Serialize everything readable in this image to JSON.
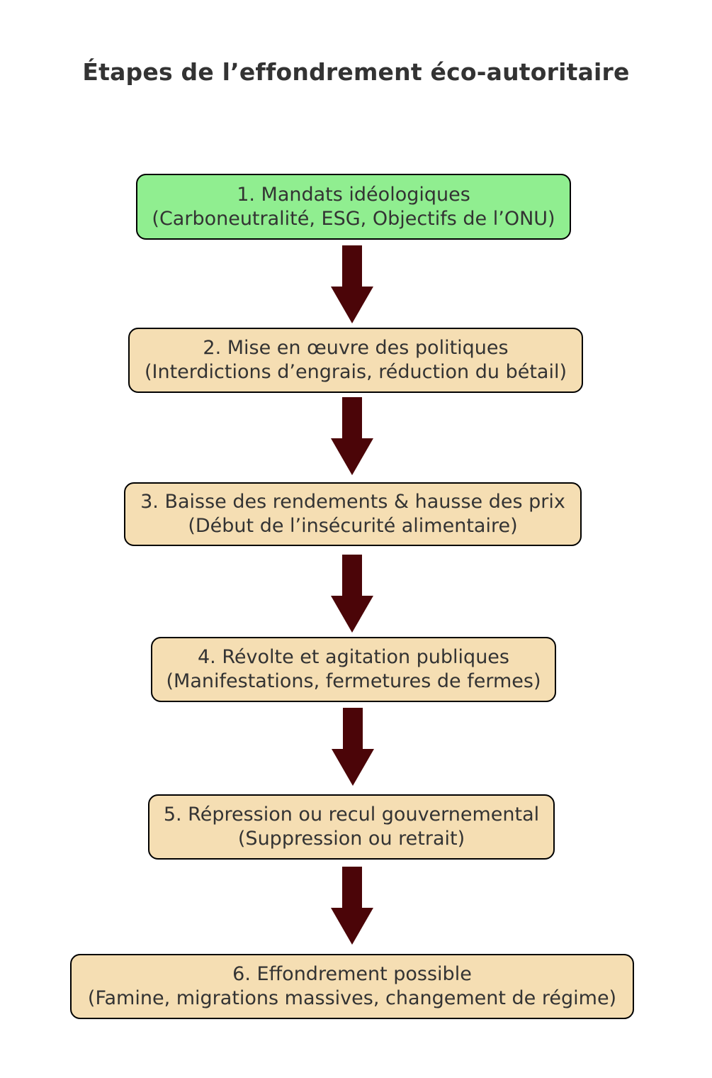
{
  "title": "Étapes de l’effondrement éco-autoritaire",
  "colors": {
    "first_step_fill": "#90ee90",
    "step_fill": "#f5deb3",
    "arrow": "#4b0508",
    "text": "#333333",
    "border": "#000000"
  },
  "steps": [
    {
      "label": "1. Mandats idéologiques",
      "detail": "(Carboneutralité, ESG, Objectifs de l’ONU)"
    },
    {
      "label": "2. Mise en œuvre des politiques",
      "detail": "(Interdictions d’engrais, réduction du bétail)"
    },
    {
      "label": "3. Baisse des rendements & hausse des prix",
      "detail": "(Début de l’insécurité alimentaire)"
    },
    {
      "label": "4. Révolte et agitation publiques",
      "detail": "(Manifestations, fermetures de fermes)"
    },
    {
      "label": "5. Répression ou recul gouvernemental",
      "detail": "(Suppression ou retrait)"
    },
    {
      "label": "6. Effondrement possible",
      "detail": "(Famine, migrations massives, changement de régime)"
    }
  ]
}
